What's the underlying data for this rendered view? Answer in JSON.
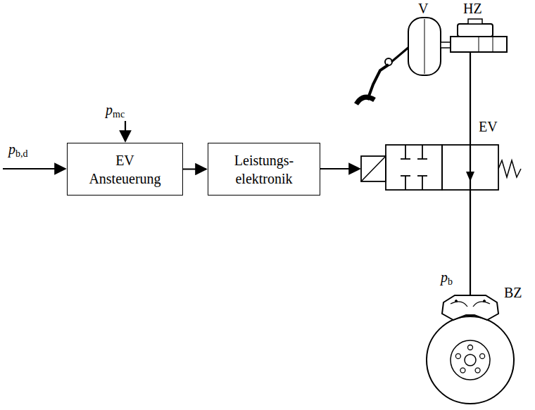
{
  "diagram": {
    "nodes": [
      {
        "text": [
          "EV Ansteuerung"
        ]
      },
      {
        "text": [
          "Leistungs- elektronik"
        ]
      }
    ],
    "edges": [
      {
        "from": 0,
        "to": 1,
        "arrow": "to"
      }
    ],
    "labels": [
      "pb,d",
      "pmc",
      "V",
      "HZ",
      "EV",
      "pb",
      "BZ"
    ]
  }
}
